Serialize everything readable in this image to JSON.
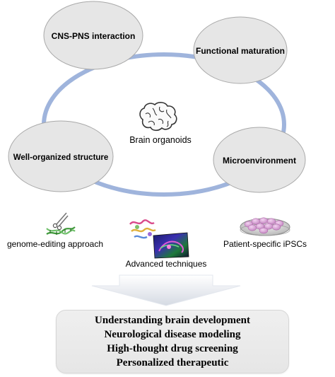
{
  "nodes": {
    "cns_pns": "CNS-PNS interaction",
    "functional": "Functional maturation",
    "structure": "Well-organized structure",
    "microenv": "Microenvironment"
  },
  "center_label": "Brain organoids",
  "techniques": {
    "genome": "genome-editing approach",
    "advanced": "Advanced techniques",
    "ipsc": "Patient-specific iPSCs"
  },
  "outcomes": [
    "Understanding brain development",
    "Neurological disease modeling",
    "High-thought drug screening",
    "Personalized therapeutic"
  ],
  "colors": {
    "ring": "#9fb4dc",
    "node_fill": "#e6e6e6",
    "node_stroke": "#a9a9a9",
    "arrow": "#d9dee6",
    "ipsc_cells": "#d9a8d6"
  },
  "icons": {
    "brain": "brain-icon",
    "dna": "dna-scissors-icon",
    "microscopy": "microscopy-image-icon",
    "cells": "cell-dish-icon"
  }
}
